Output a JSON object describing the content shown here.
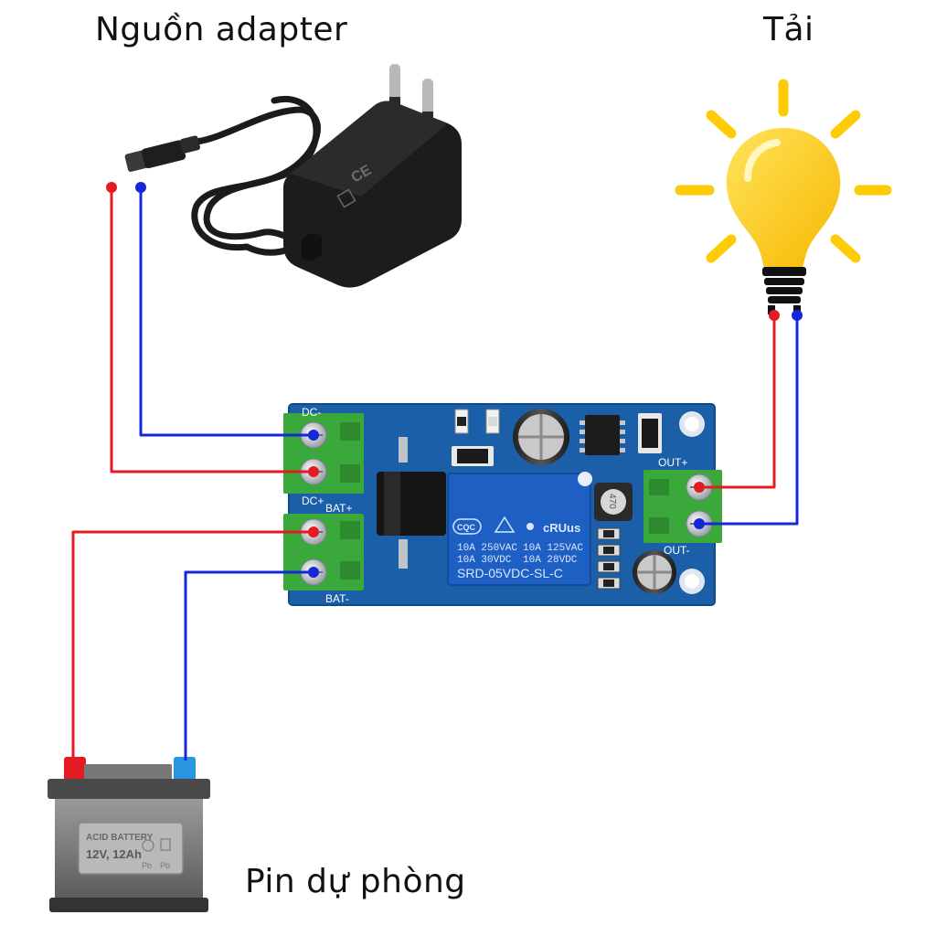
{
  "labels": {
    "adapter": "Nguồn adapter",
    "load": "Tải",
    "battery": "Pin dự phòng"
  },
  "board": {
    "dc_minus": "DC-",
    "dc_plus": "DC+",
    "bat_plus": "BAT+",
    "bat_minus": "BAT-",
    "out_plus": "OUT+",
    "out_minus": "OUT-",
    "inductor": "470",
    "relay": {
      "cert": "CQC",
      "ru": "cRUus",
      "rating_left_1": "10A 250VAC",
      "rating_right_1": "10A 125VAC",
      "rating_left_2": "10A 30VDC",
      "rating_right_2": "10A 28VDC",
      "model": "SRD-05VDC-SL-C"
    }
  },
  "adapter_marks": {
    "ce": "CE"
  },
  "battery_label": {
    "type": "ACID BATTERY",
    "spec": "12V, 12Ah",
    "pb": "Pb"
  },
  "colors": {
    "positive_wire": "#e31b23",
    "negative_wire": "#1428d8",
    "pcb": "#1a5fa8",
    "relay": "#1e5fc4",
    "terminal": "#3aa83a",
    "bulb": "#ffcb05"
  }
}
